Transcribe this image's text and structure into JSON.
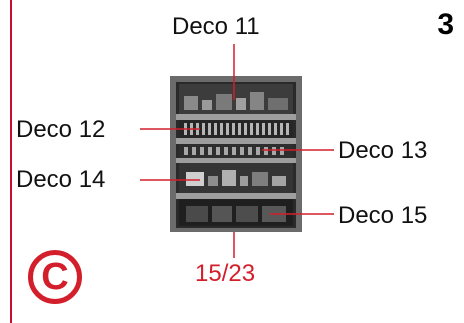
{
  "page_number": "3",
  "labels": {
    "deco_11": "Deco 11",
    "deco_12": "Deco 12",
    "deco_13": "Deco 13",
    "deco_14": "Deco 14",
    "deco_15": "Deco 15"
  },
  "counter": "15/23",
  "copyright_symbol": "C",
  "colors": {
    "accent": "#d21f2b",
    "frame_line": "#c8102e",
    "leader_lines": "#d21f2b"
  },
  "icons": [
    "shelf-unit-illustration",
    "copyright-icon"
  ]
}
